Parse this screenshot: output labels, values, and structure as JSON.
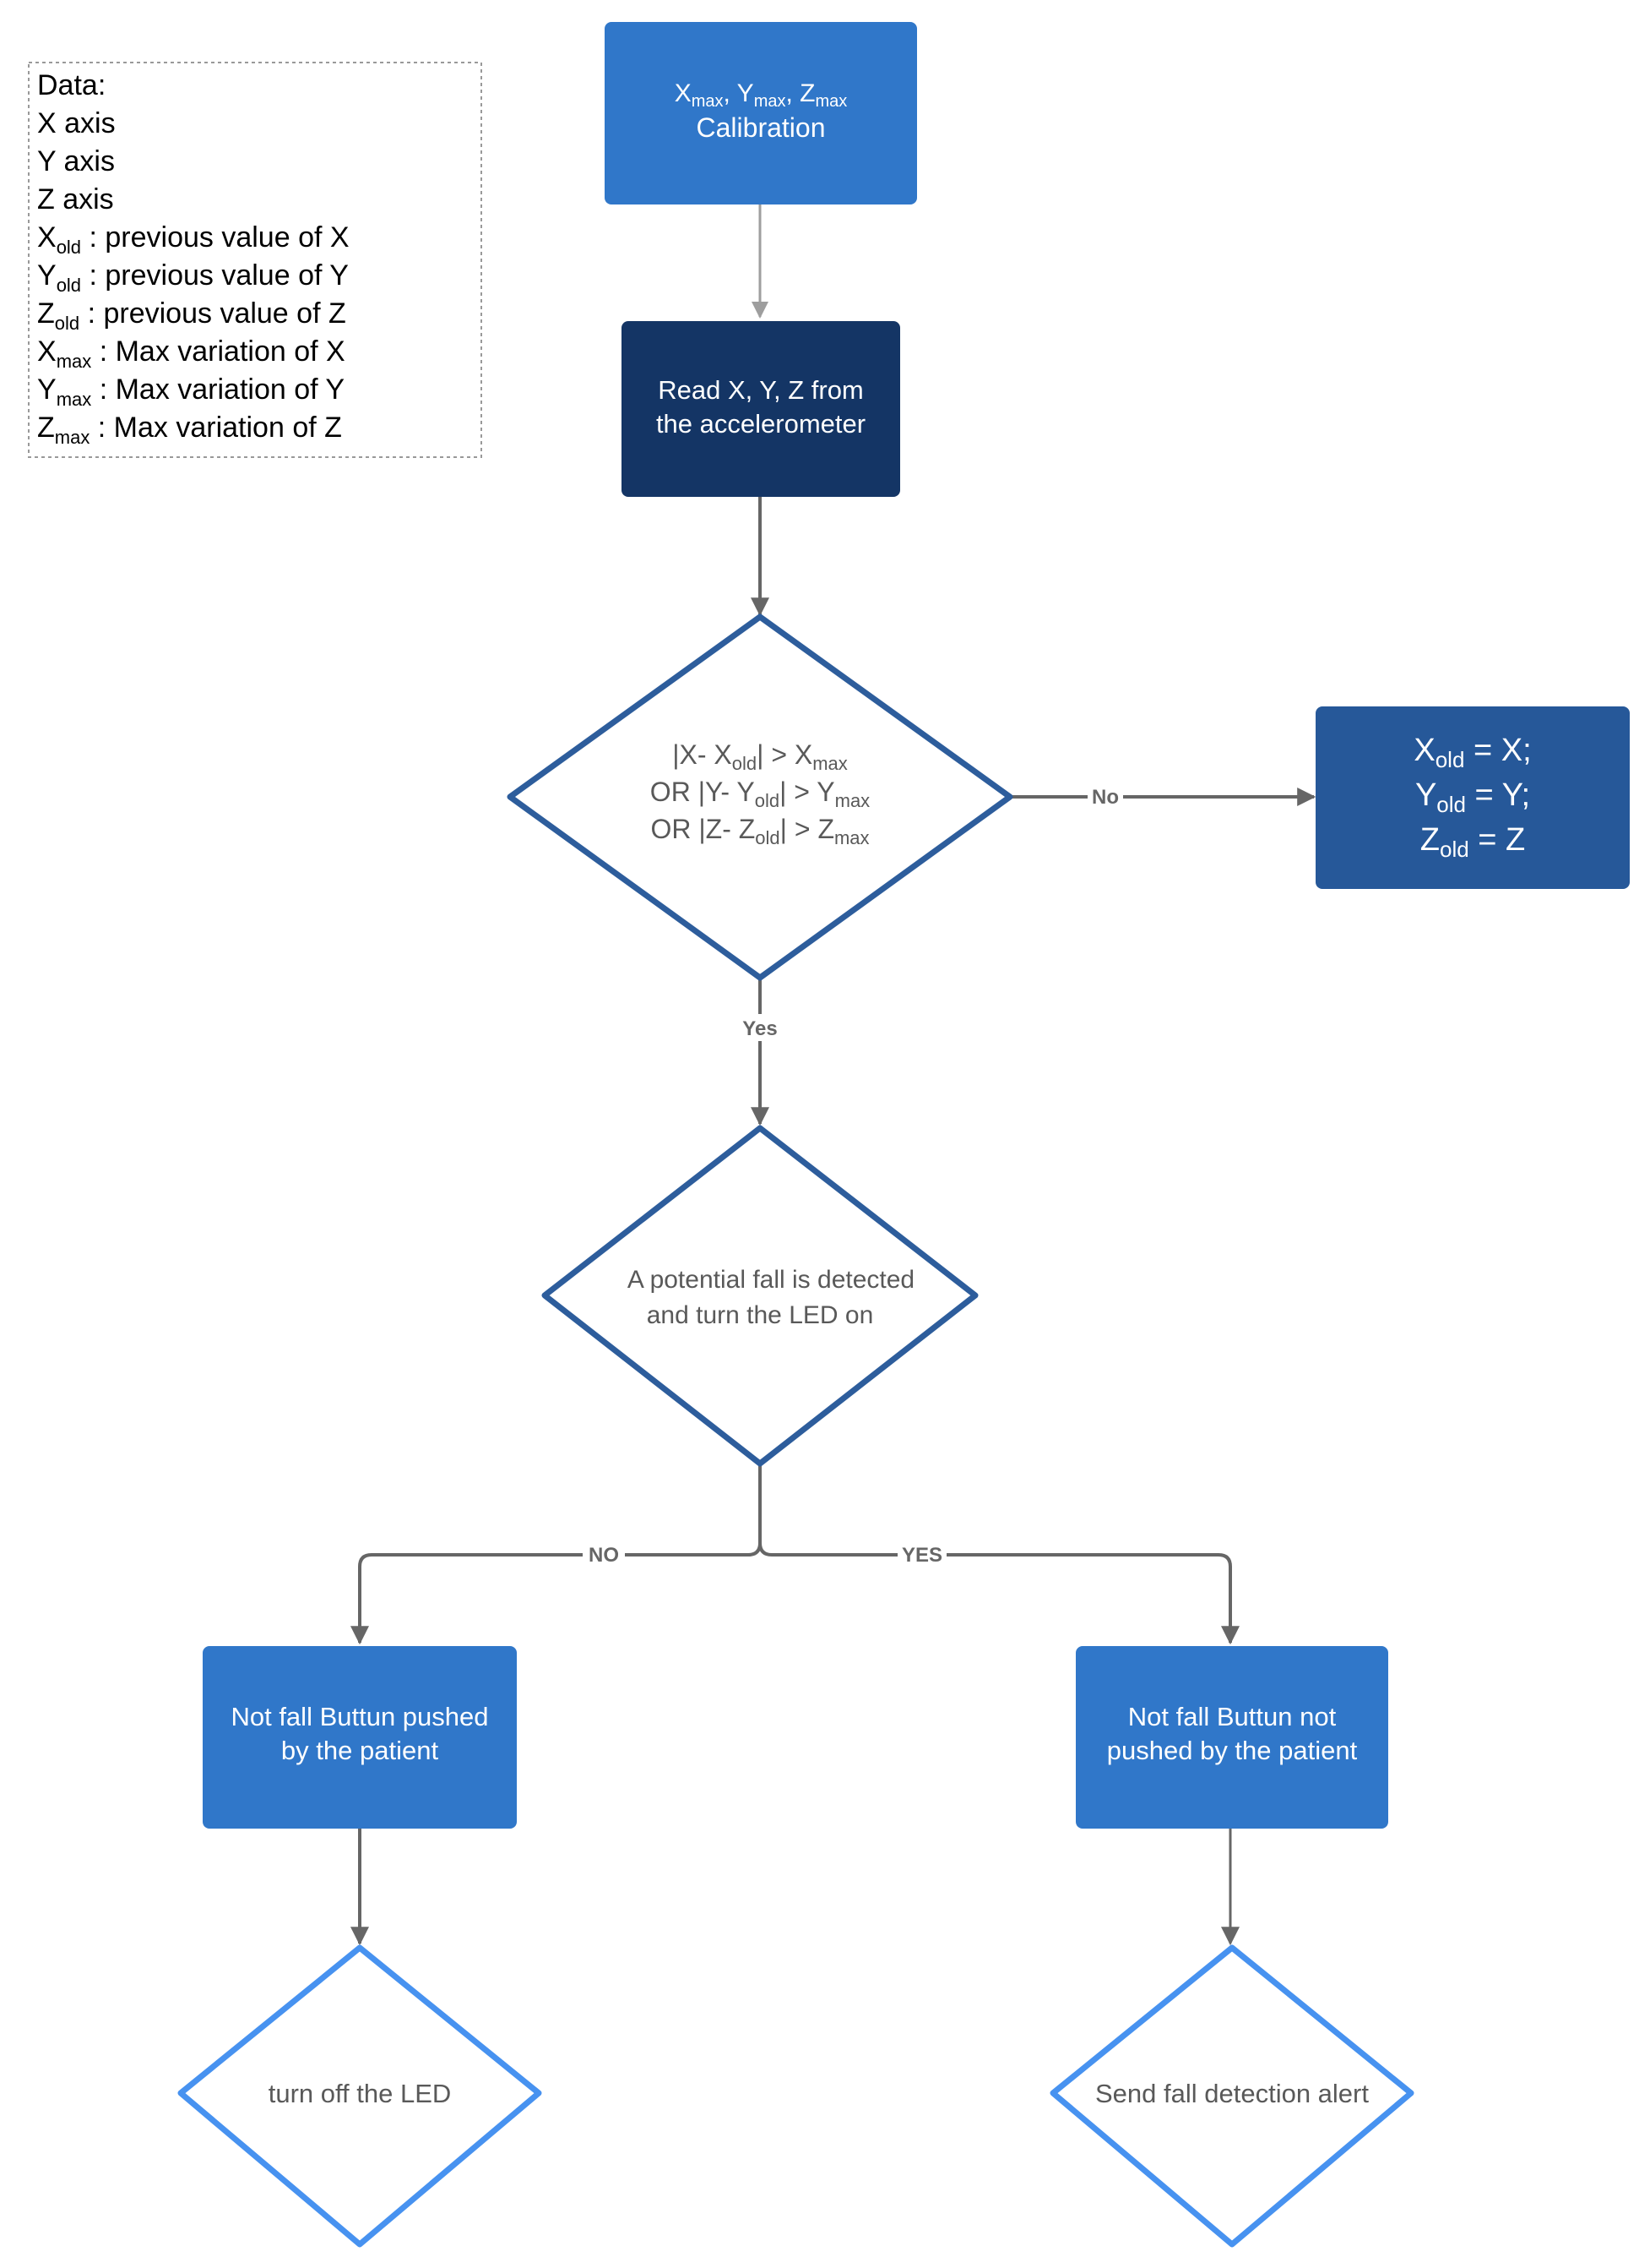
{
  "legend": {
    "title": "Data:",
    "items": [
      {
        "base": "X axis",
        "sub": "",
        "desc": ""
      },
      {
        "base": "Y axis",
        "sub": "",
        "desc": ""
      },
      {
        "base": "Z axis",
        "sub": "",
        "desc": ""
      },
      {
        "base": "X",
        "sub": "old",
        "desc": " : previous value of X"
      },
      {
        "base": "Y",
        "sub": "old",
        "desc": " : previous value of Y"
      },
      {
        "base": "Z",
        "sub": "old",
        "desc": " : previous value of Z"
      },
      {
        "base": "X",
        "sub": "max",
        "desc": " : Max variation of X"
      },
      {
        "base": "Y",
        "sub": "max",
        "desc": " : Max variation of Y"
      },
      {
        "base": "Z",
        "sub": "max",
        "desc": " : Max variation of Z"
      }
    ]
  },
  "nodes": {
    "calibration": {
      "x": "X",
      "y": "Y",
      "z": "Z",
      "sub": "max",
      "sep": ", ",
      "label": "Calibration"
    },
    "read": {
      "line1": "Read  X, Y, Z from",
      "line2": "the accelerometer"
    },
    "condition": {
      "l1_a": "|X- X",
      "l1_sub": "old",
      "l1_b": "|  >  X",
      "l1_sub2": "max",
      "l2_a": "OR |Y- Y",
      "l2_sub": "old",
      "l2_b": "| >   Y",
      "l2_sub2": "max",
      "l3_a": "OR |Z- Z",
      "l3_sub": "old",
      "l3_b": "| >   Z",
      "l3_sub2": "max"
    },
    "update": {
      "l1_a": "X",
      "l1_sub": "old",
      "l1_b": " = X;",
      "l2_a": "Y",
      "l2_sub": "old",
      "l2_b": " = Y;",
      "l3_a": "Z",
      "l3_sub": "old",
      "l3_b": " = Z"
    },
    "fall_detected": {
      "line1": "A potential fall is detected",
      "line2": "and turn the LED on"
    },
    "pushed": {
      "line1": "Not fall Buttun pushed",
      "line2": "by the patient"
    },
    "not_pushed": {
      "line1": "Not fall Buttun not",
      "line2": "pushed by the patient"
    },
    "led_off": {
      "label": "turn off the LED"
    },
    "alert": {
      "label": "Send fall detection alert"
    }
  },
  "edges": {
    "no_label": "No",
    "yes_label": "Yes",
    "NO_label": "NO",
    "YES_label": "YES"
  },
  "colors": {
    "box_blue": "#3077c9",
    "box_dark": "#143565",
    "box_mid": "#265899",
    "diamond_dark": "#2d5d9c",
    "diamond_light": "#4792f0",
    "arrow": "#666666",
    "arrow_light": "#9e9e9e",
    "text_gray": "#595959"
  }
}
